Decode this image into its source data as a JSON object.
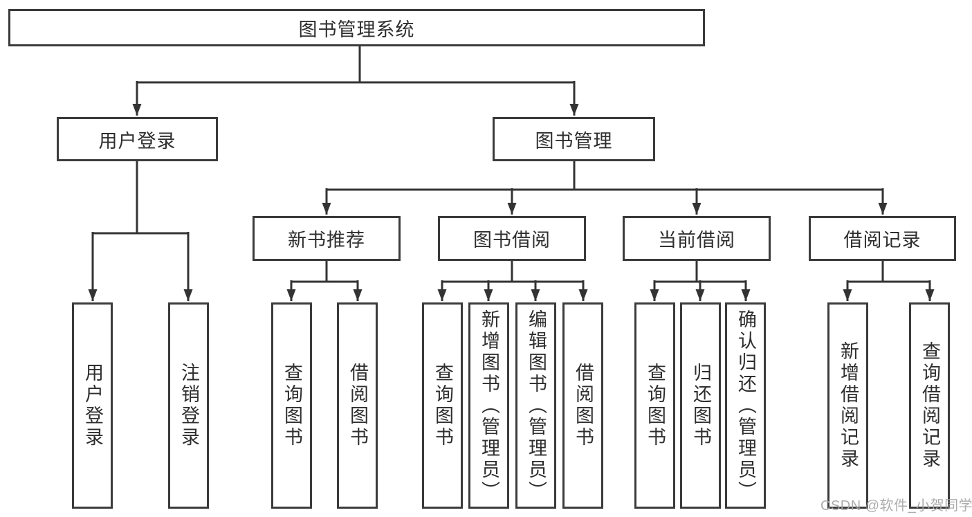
{
  "diagram_type": "hierarchy-tree",
  "colors": {
    "background": "#ffffff",
    "box_border": "#3b3b3b",
    "connector_line": "#333333",
    "node_text": "#2e2e2e",
    "watermark_text": "#a5a5a5"
  },
  "watermark": {
    "text": "CSDN @软件_小贺同学"
  },
  "nodes": {
    "root": {
      "label": "图书管理系统"
    },
    "user_login": {
      "label": "用户登录",
      "parent": "root"
    },
    "book_management": {
      "label": "图书管理",
      "parent": "root"
    },
    "new_book_recommend": {
      "label": "新书推荐",
      "parent": "book_management"
    },
    "book_borrowing": {
      "label": "图书借阅",
      "parent": "book_management"
    },
    "current_borrowing": {
      "label": "当前借阅",
      "parent": "book_management"
    },
    "borrowing_records": {
      "label": "借阅记录",
      "parent": "book_management"
    },
    "leaf_user_login": {
      "label": "用户登录",
      "parent": "user_login"
    },
    "leaf_logout": {
      "label": "注销登录",
      "parent": "user_login"
    },
    "leaf_query_books_recommend": {
      "label": "查询图书",
      "parent": "new_book_recommend"
    },
    "leaf_borrow_books_recommend": {
      "label": "借阅图书",
      "parent": "new_book_recommend"
    },
    "leaf_query_books_borrowing": {
      "label": "查询图书",
      "parent": "book_borrowing"
    },
    "leaf_add_books_admin": {
      "label": "新增图书（管理员）",
      "parent": "book_borrowing"
    },
    "leaf_edit_books_admin": {
      "label": "编辑图书（管理员）",
      "parent": "book_borrowing"
    },
    "leaf_borrow_books_borrowing": {
      "label": "借阅图书",
      "parent": "book_borrowing"
    },
    "leaf_query_books_current": {
      "label": "查询图书",
      "parent": "current_borrowing"
    },
    "leaf_return_books": {
      "label": "归还图书",
      "parent": "current_borrowing"
    },
    "leaf_confirm_return_admin": {
      "label": "确认归还（管理员）",
      "parent": "current_borrowing"
    },
    "leaf_add_borrow_record": {
      "label": "新增借阅记录",
      "parent": "borrowing_records"
    },
    "leaf_query_borrow_record": {
      "label": "查询借阅记录",
      "parent": "borrowing_records"
    }
  }
}
